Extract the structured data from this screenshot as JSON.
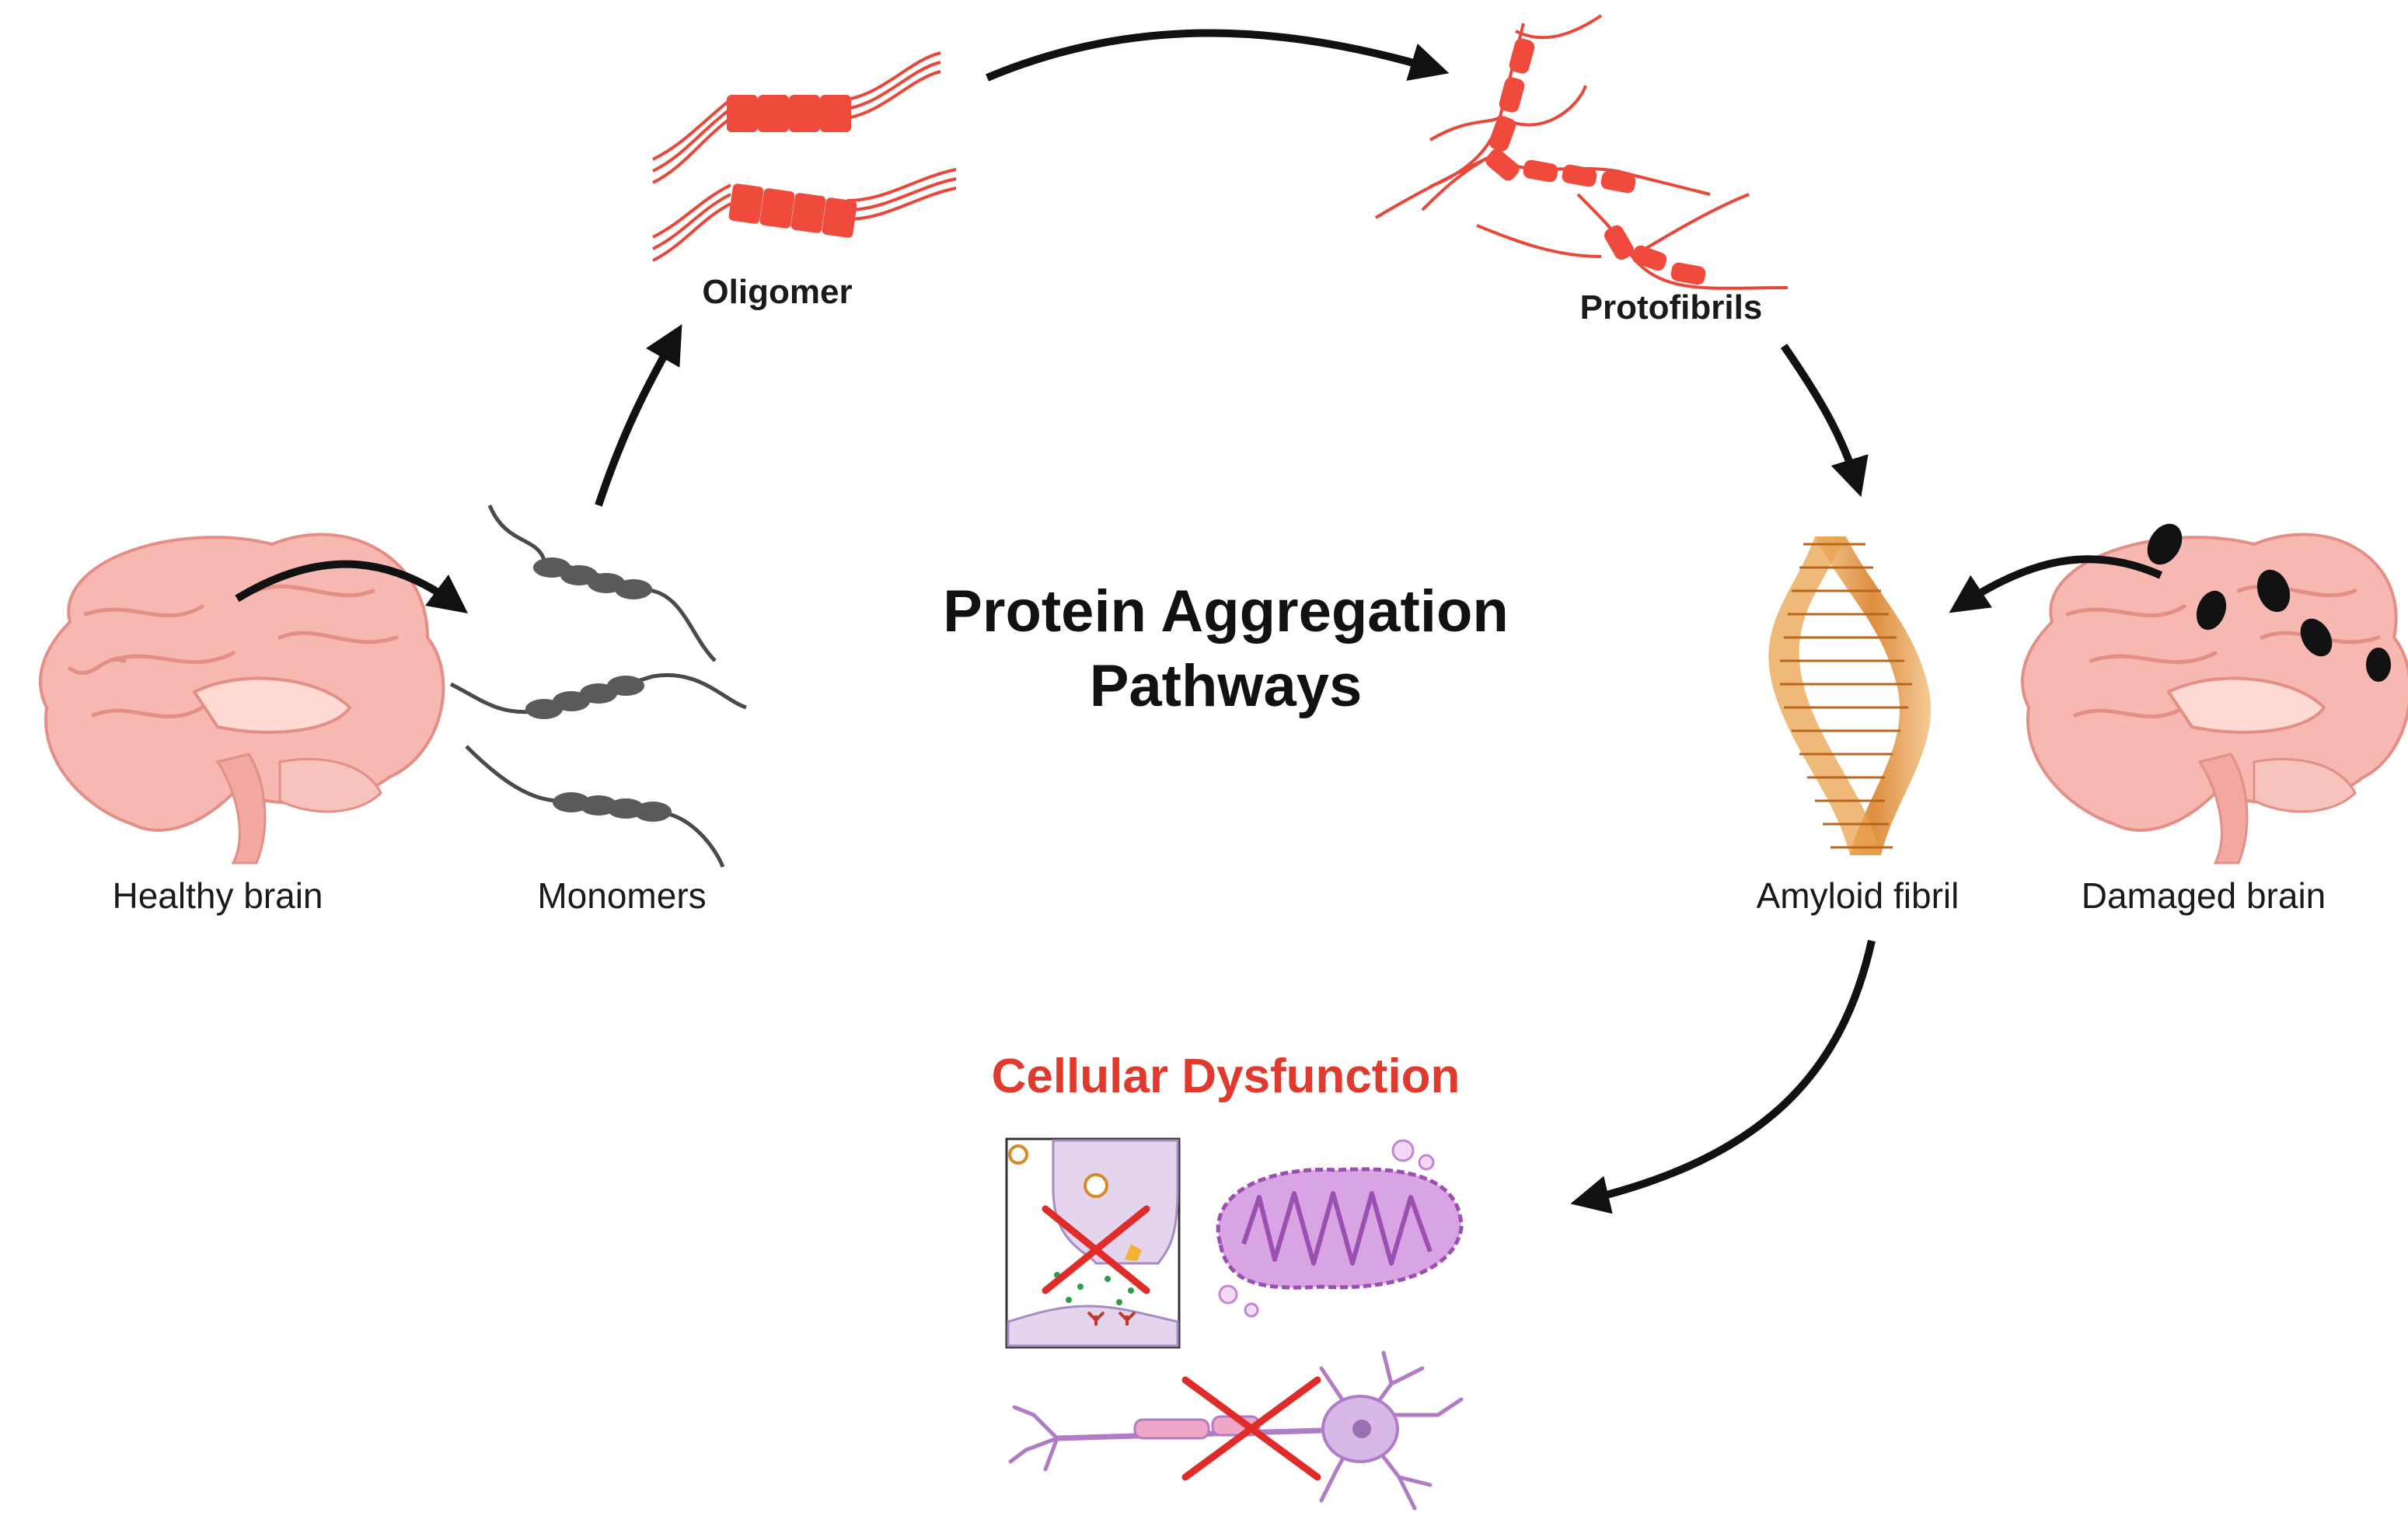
{
  "title": {
    "line1": "Protein Aggregation",
    "line2": "Pathways"
  },
  "stages": {
    "healthy_brain": "Healthy brain",
    "monomers": "Monomers",
    "oligomer": "Oligomer",
    "protofibrils": "Protofibrils",
    "amyloid_fibril": "Amyloid fibril",
    "damaged_brain": "Damaged brain"
  },
  "outcome": {
    "label": "Cellular Dysfunction"
  },
  "colors": {
    "arrow": "#111111",
    "brain": "#f2a7a0",
    "monomer": "#5a5a5a",
    "oligomer": "#e8473a",
    "fibril": "#d9822b",
    "dysfunction_text": "#e03a2f",
    "cross": "#e02b2b",
    "cell": "#b07cc6"
  },
  "icons": [
    "healthy-brain-icon",
    "monomer-chain-icon",
    "oligomer-icon",
    "protofibril-icon",
    "amyloid-fibril-icon",
    "damaged-brain-icon",
    "synapse-icon",
    "mitochondrion-icon",
    "neuron-icon",
    "cross-icon"
  ]
}
